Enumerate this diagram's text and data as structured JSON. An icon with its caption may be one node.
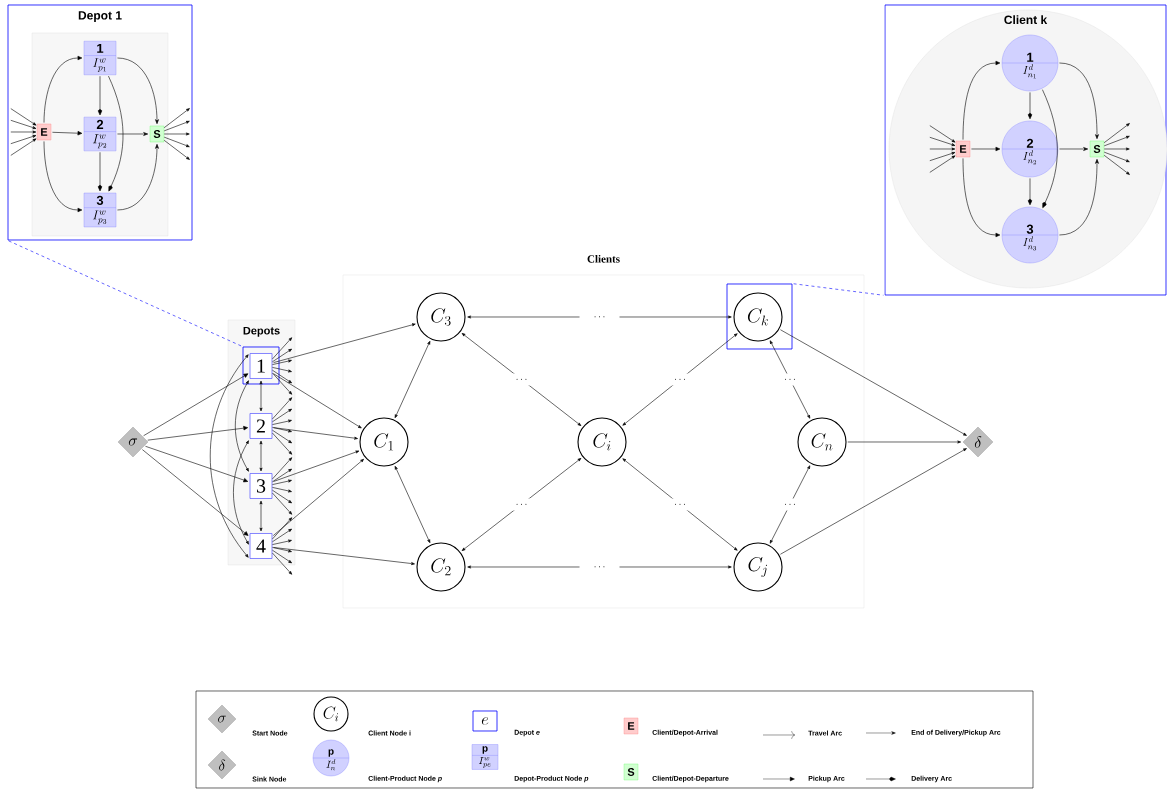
{
  "diagram": {
    "nodes": [
      {
        "text": [
          "Depot 1"
        ]
      },
      {
        "text": [
          "E"
        ],
        "in": 0
      },
      {
        "text": [
          "1",
          "I^w_{p_1}"
        ],
        "in": 0
      },
      {
        "text": [
          "2",
          "I^w_{p_2}"
        ],
        "in": 0
      },
      {
        "text": [
          "3",
          "I^w_{p_3}"
        ],
        "in": 0
      },
      {
        "text": [
          "S"
        ],
        "in": 0
      },
      {
        "text": [
          "Client k"
        ]
      },
      {
        "text": [
          "E"
        ],
        "in": 6
      },
      {
        "text": [
          "1",
          "I^d_{n_1}"
        ],
        "in": 6
      },
      {
        "text": [
          "2",
          "I^d_{n_2}"
        ],
        "in": 6
      },
      {
        "text": [
          "3",
          "I^d_{n_3}"
        ],
        "in": 6
      },
      {
        "text": [
          "S"
        ],
        "in": 6
      },
      {
        "text": [
          "Clients"
        ]
      },
      {
        "text": [
          "C_3"
        ],
        "in": 12
      },
      {
        "text": [],
        "shape": "box",
        "in": 12
      },
      {
        "text": [
          "C_k"
        ],
        "in": 14
      },
      {
        "text": [
          "Depots"
        ]
      },
      {
        "text": [],
        "shape": "box",
        "in": 16
      },
      {
        "text": [
          "1"
        ],
        "in": 17
      },
      {
        "text": [
          "2"
        ],
        "in": 16
      },
      {
        "text": [
          "3"
        ],
        "in": 16
      },
      {
        "text": [
          "4"
        ],
        "in": 16
      },
      {
        "text": [
          "\\sigma"
        ]
      },
      {
        "text": [
          "C_1"
        ],
        "in": 12
      },
      {
        "text": [
          "C_i"
        ],
        "in": 12
      },
      {
        "text": [
          "C_n"
        ],
        "in": 12
      },
      {
        "text": [
          "\\delta"
        ]
      },
      {
        "text": [
          "C_2"
        ],
        "in": 12
      },
      {
        "text": [
          "C_j"
        ],
        "in": 12
      }
    ],
    "edges": [
      {
        "from": 1,
        "to": 2,
        "arrow": "to"
      },
      {
        "from": 1,
        "to": 3,
        "arrow": "to"
      },
      {
        "from": 1,
        "to": 4,
        "arrow": "to"
      },
      {
        "from": 2,
        "to": 3,
        "arrow": "to"
      },
      {
        "from": 3,
        "to": 4,
        "arrow": "to"
      },
      {
        "from": 2,
        "to": 4,
        "arrow": "to"
      },
      {
        "from": 2,
        "to": 5,
        "arrow": "to"
      },
      {
        "from": 3,
        "to": 5,
        "arrow": "to"
      },
      {
        "from": 4,
        "to": 5,
        "arrow": "to"
      },
      {
        "from": null,
        "to": 1,
        "arrow": "to"
      },
      {
        "from": null,
        "to": 1,
        "arrow": "to"
      },
      {
        "from": null,
        "to": 1,
        "arrow": "to"
      },
      {
        "from": null,
        "to": 1,
        "arrow": "to"
      },
      {
        "from": null,
        "to": 1,
        "arrow": "to"
      },
      {
        "from": 5,
        "to": null,
        "arrow": "to"
      },
      {
        "from": 5,
        "to": null,
        "arrow": "to"
      },
      {
        "from": 5,
        "to": null,
        "arrow": "to"
      },
      {
        "from": 5,
        "to": null,
        "arrow": "to"
      },
      {
        "from": 5,
        "to": null,
        "arrow": "to"
      },
      {
        "from": 7,
        "to": 8,
        "arrow": "to"
      },
      {
        "from": 7,
        "to": 9,
        "arrow": "to"
      },
      {
        "from": 7,
        "to": 10,
        "arrow": "to"
      },
      {
        "from": 8,
        "to": 9,
        "arrow": "to"
      },
      {
        "from": 9,
        "to": 10,
        "arrow": "to"
      },
      {
        "from": 8,
        "to": 10,
        "arrow": "to"
      },
      {
        "from": 8,
        "to": 11,
        "arrow": "to"
      },
      {
        "from": 9,
        "to": 11,
        "arrow": "to"
      },
      {
        "from": 10,
        "to": 11,
        "arrow": "to"
      },
      {
        "from": null,
        "to": 7,
        "arrow": "to"
      },
      {
        "from": null,
        "to": 7,
        "arrow": "to"
      },
      {
        "from": null,
        "to": 7,
        "arrow": "to"
      },
      {
        "from": null,
        "to": 7,
        "arrow": "to"
      },
      {
        "from": null,
        "to": 7,
        "arrow": "to"
      },
      {
        "from": 11,
        "to": null,
        "arrow": "to"
      },
      {
        "from": 11,
        "to": null,
        "arrow": "to"
      },
      {
        "from": 11,
        "to": null,
        "arrow": "to"
      },
      {
        "from": 11,
        "to": null,
        "arrow": "to"
      },
      {
        "from": 11,
        "to": null,
        "arrow": "to"
      },
      {
        "from": 22,
        "to": 18,
        "arrow": "to"
      },
      {
        "from": 22,
        "to": 19,
        "arrow": "to"
      },
      {
        "from": 22,
        "to": 20,
        "arrow": "to"
      },
      {
        "from": 22,
        "to": 21,
        "arrow": "to"
      },
      {
        "from": 18,
        "to": 19,
        "arrow": "both"
      },
      {
        "from": 19,
        "to": 20,
        "arrow": "both"
      },
      {
        "from": 20,
        "to": 21,
        "arrow": "both"
      },
      {
        "from": 18,
        "to": 20,
        "arrow": "both"
      },
      {
        "from": 19,
        "to": 21,
        "arrow": "both"
      },
      {
        "from": 18,
        "to": 21,
        "arrow": "both"
      },
      {
        "from": 18,
        "to": 13,
        "arrow": "to"
      },
      {
        "from": 18,
        "to": 23,
        "arrow": "to"
      },
      {
        "from": 19,
        "to": 23,
        "arrow": "to"
      },
      {
        "from": 20,
        "to": 23,
        "arrow": "to"
      },
      {
        "from": 21,
        "to": 23,
        "arrow": "to"
      },
      {
        "from": 21,
        "to": 27,
        "arrow": "to"
      },
      {
        "from": 18,
        "to": null,
        "arrow": "to"
      },
      {
        "from": 18,
        "to": null,
        "arrow": "to"
      },
      {
        "from": 18,
        "to": null,
        "arrow": "to"
      },
      {
        "from": 18,
        "to": null,
        "arrow": "to"
      },
      {
        "from": 18,
        "to": null,
        "arrow": "to"
      },
      {
        "from": 18,
        "to": null,
        "arrow": "to"
      },
      {
        "from": 19,
        "to": null,
        "arrow": "to"
      },
      {
        "from": 19,
        "to": null,
        "arrow": "to"
      },
      {
        "from": 19,
        "to": null,
        "arrow": "to"
      },
      {
        "from": 19,
        "to": null,
        "arrow": "to"
      },
      {
        "from": 19,
        "to": null,
        "arrow": "to"
      },
      {
        "from": 19,
        "to": null,
        "arrow": "to"
      },
      {
        "from": 20,
        "to": null,
        "arrow": "to"
      },
      {
        "from": 20,
        "to": null,
        "arrow": "to"
      },
      {
        "from": 20,
        "to": null,
        "arrow": "to"
      },
      {
        "from": 20,
        "to": null,
        "arrow": "to"
      },
      {
        "from": 20,
        "to": null,
        "arrow": "to"
      },
      {
        "from": 20,
        "to": null,
        "arrow": "to"
      },
      {
        "from": 21,
        "to": null,
        "arrow": "to"
      },
      {
        "from": 21,
        "to": null,
        "arrow": "to"
      },
      {
        "from": 21,
        "to": null,
        "arrow": "to"
      },
      {
        "from": 21,
        "to": null,
        "arrow": "to"
      },
      {
        "from": 21,
        "to": null,
        "arrow": "to"
      },
      {
        "from": 21,
        "to": null,
        "arrow": "to"
      },
      {
        "from": 13,
        "to": 15,
        "arrow": "both",
        "label": "\\cdots"
      },
      {
        "from": 23,
        "to": 13,
        "arrow": "both"
      },
      {
        "from": 23,
        "to": 27,
        "arrow": "both"
      },
      {
        "from": 24,
        "to": 13,
        "arrow": "both",
        "label": "\\cdots"
      },
      {
        "from": 24,
        "to": 15,
        "arrow": "both",
        "label": "\\cdots"
      },
      {
        "from": 24,
        "to": 27,
        "arrow": "both",
        "label": "\\cdots"
      },
      {
        "from": 24,
        "to": 28,
        "arrow": "both",
        "label": "\\cdots"
      },
      {
        "from": 27,
        "to": 28,
        "arrow": "both",
        "label": "\\cdots"
      },
      {
        "from": 15,
        "to": 25,
        "arrow": "both",
        "label": "\\cdots"
      },
      {
        "from": 25,
        "to": 28,
        "arrow": "both",
        "label": "\\cdots"
      },
      {
        "from": 15,
        "to": 26,
        "arrow": "to"
      },
      {
        "from": 25,
        "to": 26,
        "arrow": "to"
      },
      {
        "from": 28,
        "to": 26,
        "arrow": "to"
      },
      {
        "from": 0,
        "to": 17,
        "arrow": "none",
        "style": "dashed",
        "color": "#0000ff"
      },
      {
        "from": 14,
        "to": 6,
        "arrow": "none",
        "style": "dashed",
        "color": "#0000ff"
      }
    ],
    "labels": [
      "\\sigma",
      "C_i",
      "e",
      "E",
      "\\delta",
      "p",
      "I^d_n",
      "p",
      "I^w_{pe}",
      "S"
    ],
    "legend": [
      {
        "text": "Start Node"
      },
      {
        "text": "Client Node i"
      },
      {
        "text": "Depot *e*"
      },
      {
        "text": "Client/Depot-Arrival"
      },
      {
        "text": "Travel Arc"
      },
      {
        "text": "End of Delivery/Pickup Arc"
      },
      {
        "text": "Sink Node"
      },
      {
        "text": "Client-Product Node *p*"
      },
      {
        "text": "Depot-Product Node *p*"
      },
      {
        "text": "Client/Depot-Departure"
      },
      {
        "text": "Pickup Arc"
      },
      {
        "text": "Delivery Arc"
      }
    ]
  }
}
